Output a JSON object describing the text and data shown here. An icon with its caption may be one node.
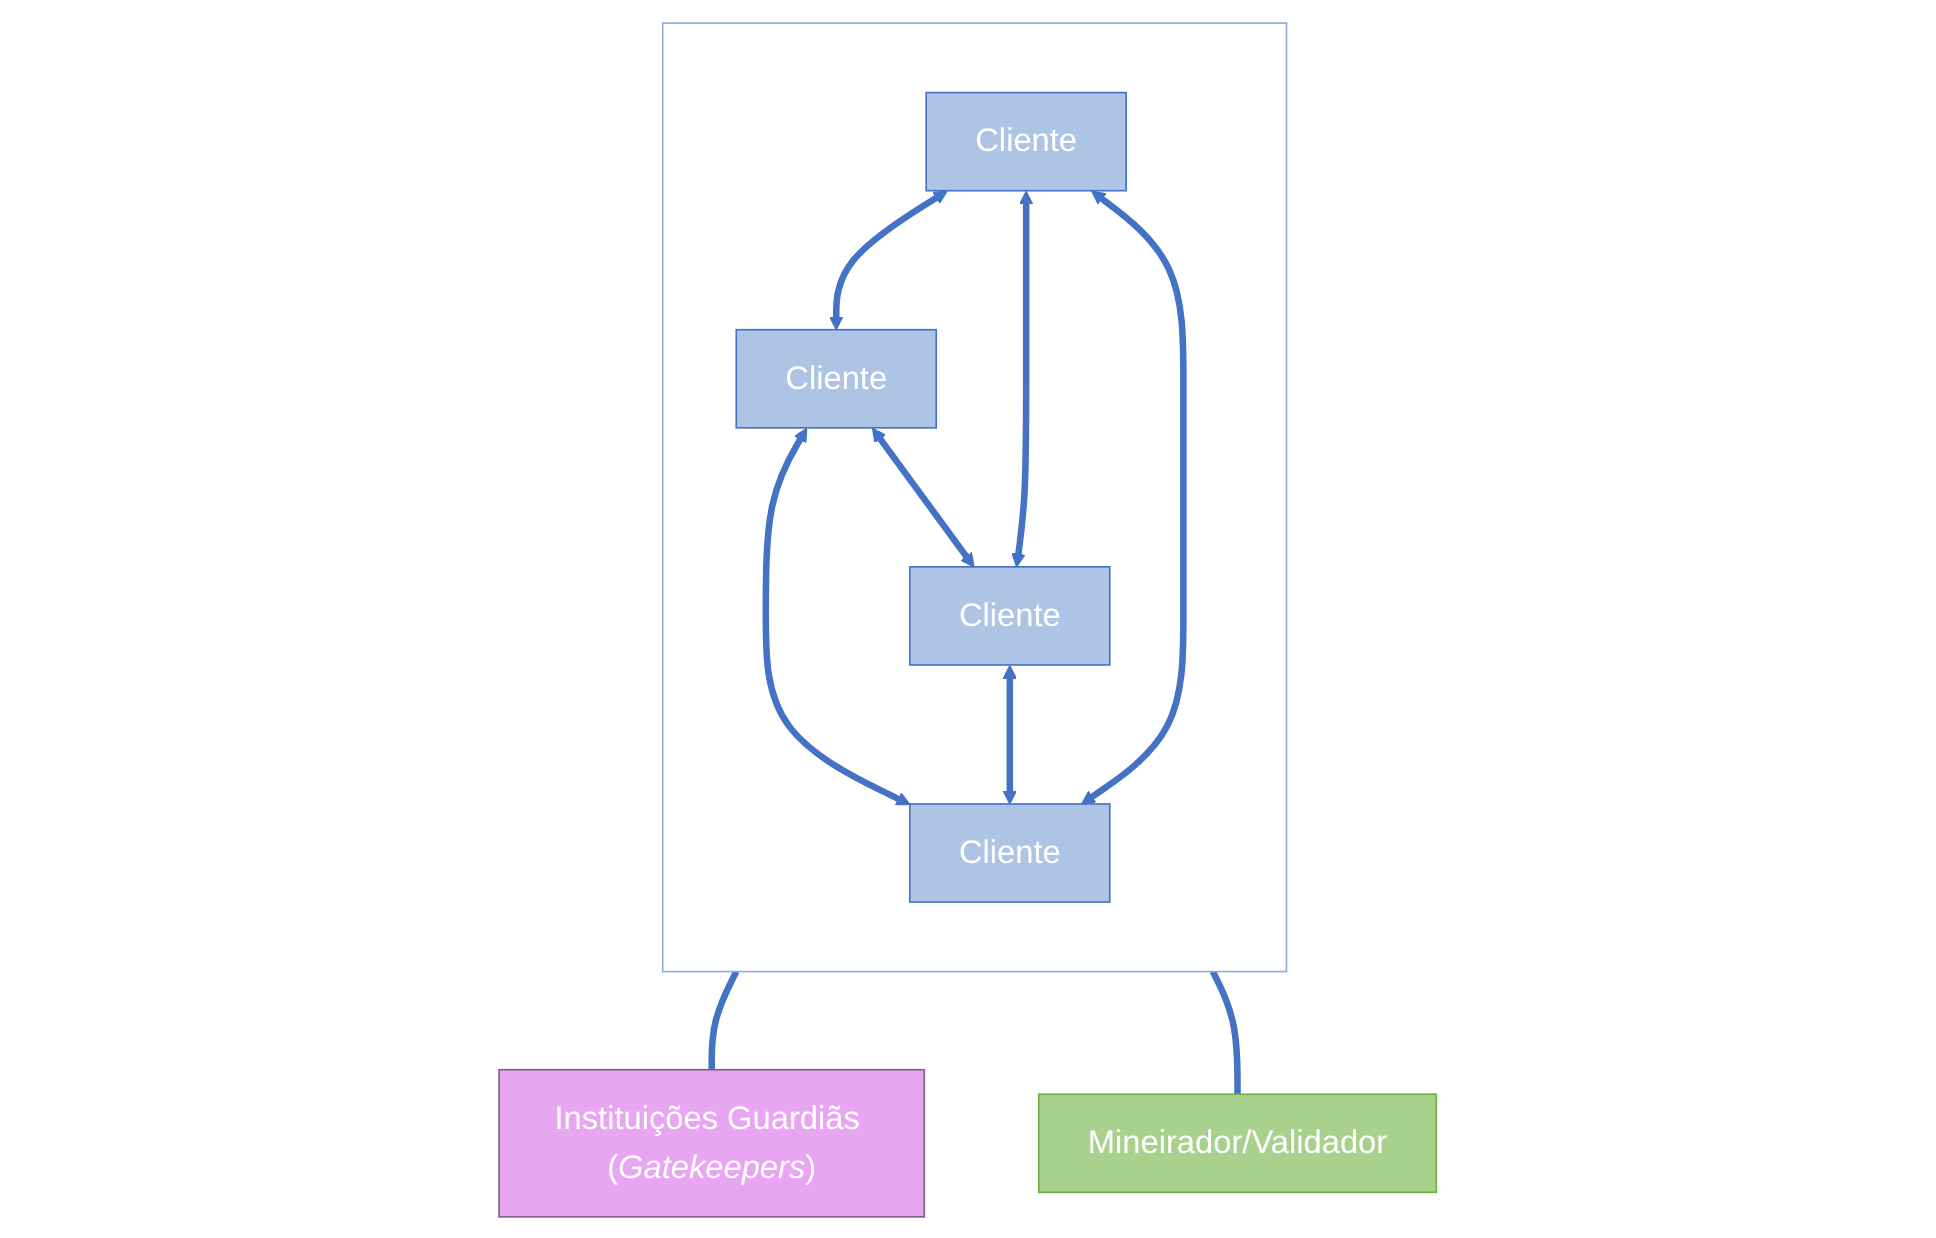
{
  "diagram": {
    "nodes": [
      {
        "text": [],
        "shape": "box"
      },
      {
        "text": [
          "Cliente"
        ],
        "in": 0
      },
      {
        "text": [
          "Cliente"
        ],
        "in": 0
      },
      {
        "text": [
          "Cliente"
        ],
        "in": 0
      },
      {
        "text": [
          "Cliente"
        ],
        "in": 0
      },
      {
        "text": [
          "Instituições Guardiãs (*Gatekeepers*)"
        ]
      },
      {
        "text": [
          "Mineirador/Validador"
        ]
      }
    ],
    "edges": [
      {
        "from": 1,
        "to": 2,
        "arrow": "both"
      },
      {
        "from": 1,
        "to": 3,
        "arrow": "both"
      },
      {
        "from": 2,
        "to": 4,
        "arrow": "both"
      },
      {
        "from": 1,
        "to": 4,
        "arrow": "both"
      },
      {
        "from": 2,
        "to": 3,
        "arrow": "both"
      },
      {
        "from": 3,
        "to": 4,
        "arrow": "both"
      },
      {
        "from": 0,
        "to": 5,
        "arrow": "none"
      },
      {
        "from": 0,
        "to": 6,
        "arrow": "none"
      }
    ]
  }
}
